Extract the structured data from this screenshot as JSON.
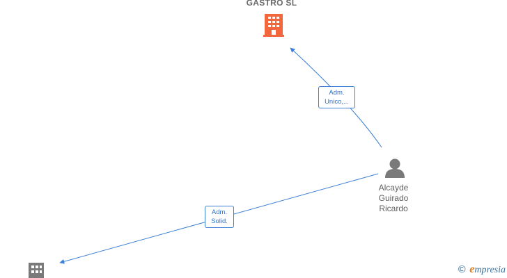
{
  "nodes": {
    "company_top": {
      "name": "GASTRO  SL",
      "icon": "building-icon",
      "color": "#f2683c"
    },
    "company_bottom": {
      "name": "",
      "icon": "building-icon",
      "color": "#7a7a7a"
    },
    "person": {
      "name_lines": [
        "Alcayde",
        "Guirado",
        "Ricardo"
      ],
      "icon": "person-icon",
      "color": "#7a7a7a"
    }
  },
  "relations": [
    {
      "from": "person",
      "to": "company_top",
      "label_lines": [
        "Adm.",
        "Unico,..."
      ]
    },
    {
      "from": "person",
      "to": "company_bottom",
      "label_lines": [
        "Adm.",
        "Solid."
      ]
    }
  ],
  "colors": {
    "edge": "#3b7fd4",
    "label_text": "#2c6fc6"
  },
  "watermark": {
    "copyright": "©",
    "initial": "e",
    "brand": "mpresia"
  }
}
